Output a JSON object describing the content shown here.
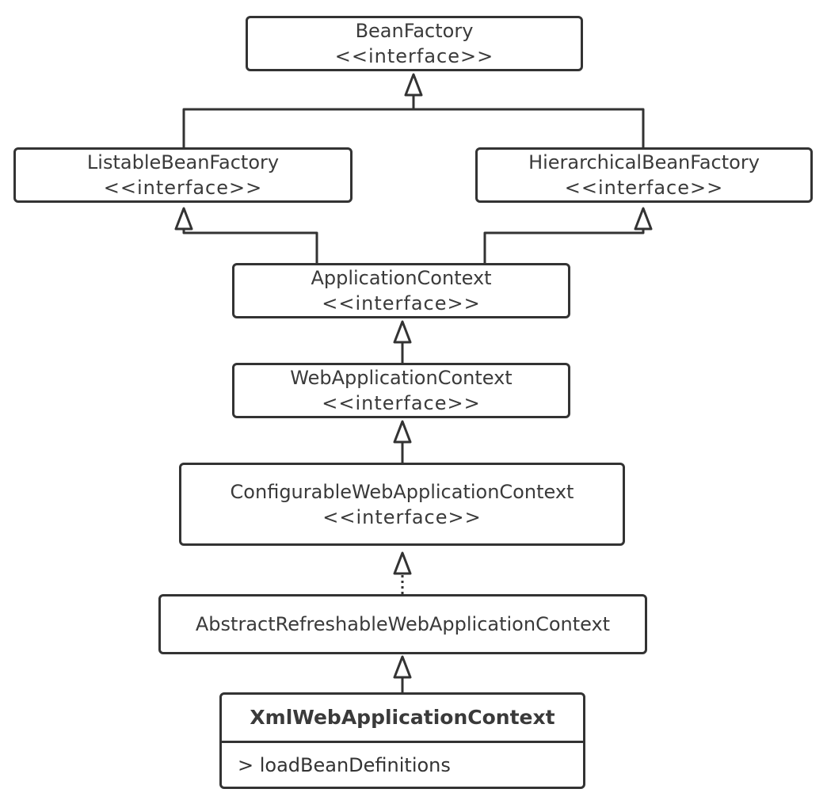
{
  "nodes": {
    "bean_factory": {
      "name": "BeanFactory",
      "stereotype": "<<interface>>"
    },
    "listable_bean_factory": {
      "name": "ListableBeanFactory",
      "stereotype": "<<interface>>"
    },
    "hierarchical_bean_factory": {
      "name": "HierarchicalBeanFactory",
      "stereotype": "<<interface>>"
    },
    "application_context": {
      "name": "ApplicationContext",
      "stereotype": "<<interface>>"
    },
    "web_application_context": {
      "name": "WebApplicationContext",
      "stereotype": "<<interface>>"
    },
    "configurable_web_application_context": {
      "name": "ConfigurableWebApplicationContext",
      "stereotype": "<<interface>>"
    },
    "abstract_refreshable_web_application_context": {
      "name": "AbstractRefreshableWebApplicationContext"
    },
    "xml_web_application_context": {
      "name": "XmlWebApplicationContext",
      "method": "> loadBeanDefinitions"
    }
  },
  "edges": [
    {
      "from": "listable_bean_factory",
      "to": "bean_factory",
      "kind": "generalization"
    },
    {
      "from": "hierarchical_bean_factory",
      "to": "bean_factory",
      "kind": "generalization"
    },
    {
      "from": "application_context",
      "to": "listable_bean_factory",
      "kind": "generalization"
    },
    {
      "from": "application_context",
      "to": "hierarchical_bean_factory",
      "kind": "generalization"
    },
    {
      "from": "web_application_context",
      "to": "application_context",
      "kind": "generalization"
    },
    {
      "from": "configurable_web_application_context",
      "to": "web_application_context",
      "kind": "generalization"
    },
    {
      "from": "abstract_refreshable_web_application_context",
      "to": "configurable_web_application_context",
      "kind": "realization"
    },
    {
      "from": "xml_web_application_context",
      "to": "abstract_refreshable_web_application_context",
      "kind": "generalization"
    }
  ],
  "colors": {
    "stroke": "#333333",
    "text": "#3a3a3a",
    "background": "#ffffff"
  }
}
